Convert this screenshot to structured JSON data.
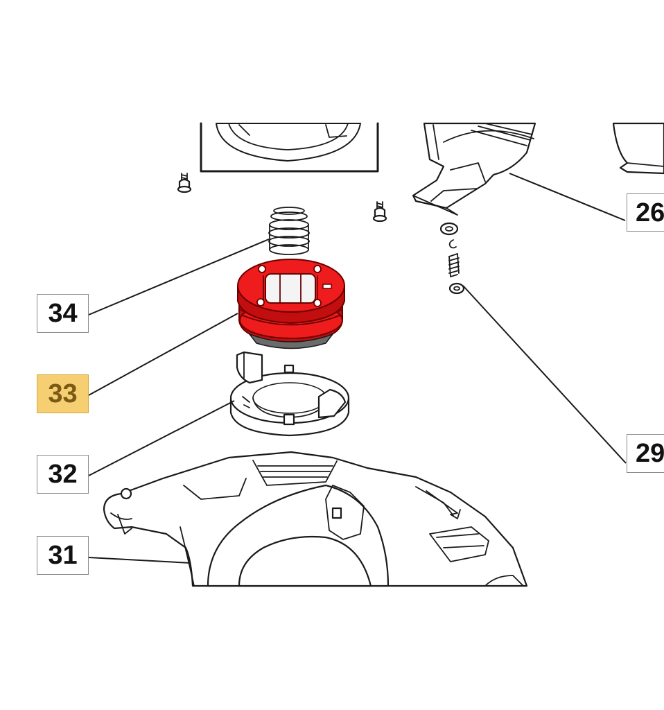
{
  "parts": [
    {
      "id": "label-26",
      "label": "26",
      "highlighted": false
    },
    {
      "id": "label-29",
      "label": "29",
      "highlighted": false
    },
    {
      "id": "label-31",
      "label": "31",
      "highlighted": false
    },
    {
      "id": "label-32",
      "label": "32",
      "highlighted": false
    },
    {
      "id": "label-33",
      "label": "33",
      "highlighted": true
    },
    {
      "id": "label-34",
      "label": "34",
      "highlighted": false
    }
  ],
  "colors": {
    "highlight_label": "#f6cf73",
    "highlight_part": "#ee1c1c",
    "line": "#1a1a1a"
  }
}
